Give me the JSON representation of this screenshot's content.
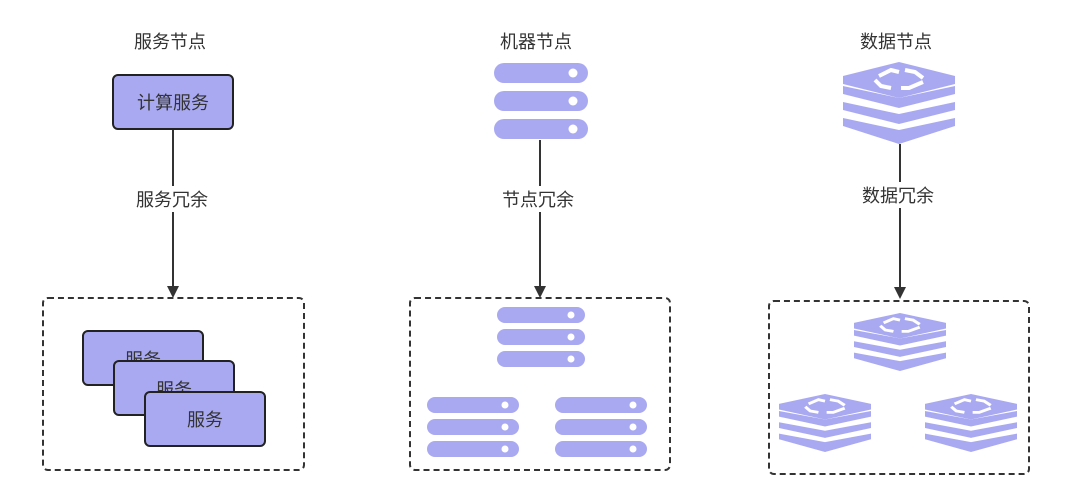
{
  "colors": {
    "accent": "#a9a9f2",
    "stroke": "#222222",
    "text": "#333333",
    "icon": "#a9a9f2"
  },
  "columns": [
    {
      "title": "服务节点",
      "node_label": "计算服务",
      "edge_label": "服务冗余",
      "replica_labels": [
        "服务",
        "服务",
        "服务"
      ]
    },
    {
      "title": "机器节点",
      "node_icon": "server-icon",
      "edge_label": "节点冗余",
      "replica_icon": "server-icon"
    },
    {
      "title": "数据节点",
      "node_icon": "database-stack-icon",
      "edge_label": "数据冗余",
      "replica_icon": "database-stack-icon"
    }
  ]
}
